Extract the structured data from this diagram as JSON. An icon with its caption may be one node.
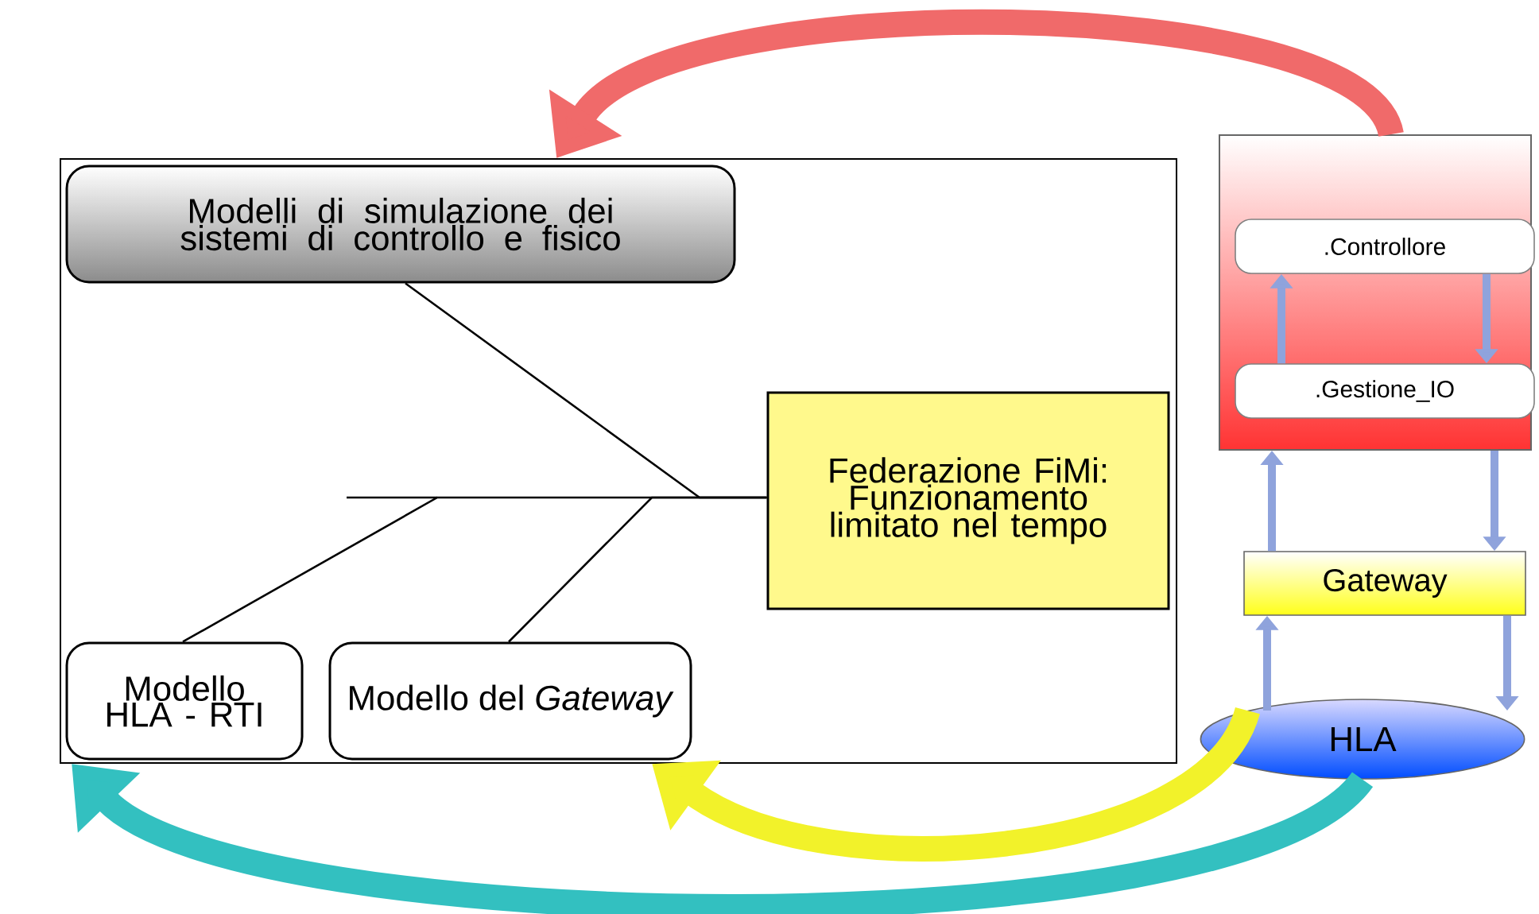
{
  "diagram": {
    "nodes": [
      {
        "text": [],
        "shape": "box"
      },
      {
        "text": [
          "Modelli di simulazione dei sistemi di controllo e fisico"
        ],
        "in": 0
      },
      {
        "text": [
          "Federazione FiMi: Funzionamento limitato nel tempo"
        ],
        "in": 0
      },
      {
        "text": [
          "Modello HLA - RTI"
        ],
        "in": 0
      },
      {
        "text": [
          "Modello del *Gateway*"
        ],
        "in": 0
      },
      {
        "text": [],
        "shape": "box"
      },
      {
        "text": [
          ".Controllore"
        ],
        "in": 5
      },
      {
        "text": [
          ".Gestione_IO"
        ],
        "in": 5
      },
      {
        "text": [
          "Gateway"
        ]
      },
      {
        "text": [
          "HLA"
        ]
      }
    ],
    "edges": [
      {
        "from": 1,
        "to": 2,
        "arrow": "none",
        "color": "#000000"
      },
      {
        "from": 3,
        "to": 2,
        "arrow": "none",
        "color": "#000000"
      },
      {
        "from": 4,
        "to": 2,
        "arrow": "none",
        "color": "#000000"
      },
      {
        "from": 7,
        "to": 6,
        "arrow": "to",
        "color": "#8fa3dc"
      },
      {
        "from": 6,
        "to": 7,
        "arrow": "to",
        "color": "#8fa3dc"
      },
      {
        "from": 8,
        "to": 5,
        "arrow": "to",
        "color": "#8fa3dc"
      },
      {
        "from": 5,
        "to": 8,
        "arrow": "to",
        "color": "#8fa3dc"
      },
      {
        "from": 9,
        "to": 8,
        "arrow": "to",
        "color": "#8fa3dc"
      },
      {
        "from": 8,
        "to": 9,
        "arrow": "to",
        "color": "#8fa3dc"
      },
      {
        "from": 5,
        "to": 0,
        "arrow": "to",
        "style": "thick",
        "color": "#f06a6a"
      },
      {
        "from": 9,
        "to": 0,
        "arrow": "to",
        "style": "thick",
        "color": "#f2f22a"
      },
      {
        "from": 9,
        "to": 0,
        "arrow": "to",
        "style": "thick",
        "color": "#33c0c0"
      }
    ]
  }
}
